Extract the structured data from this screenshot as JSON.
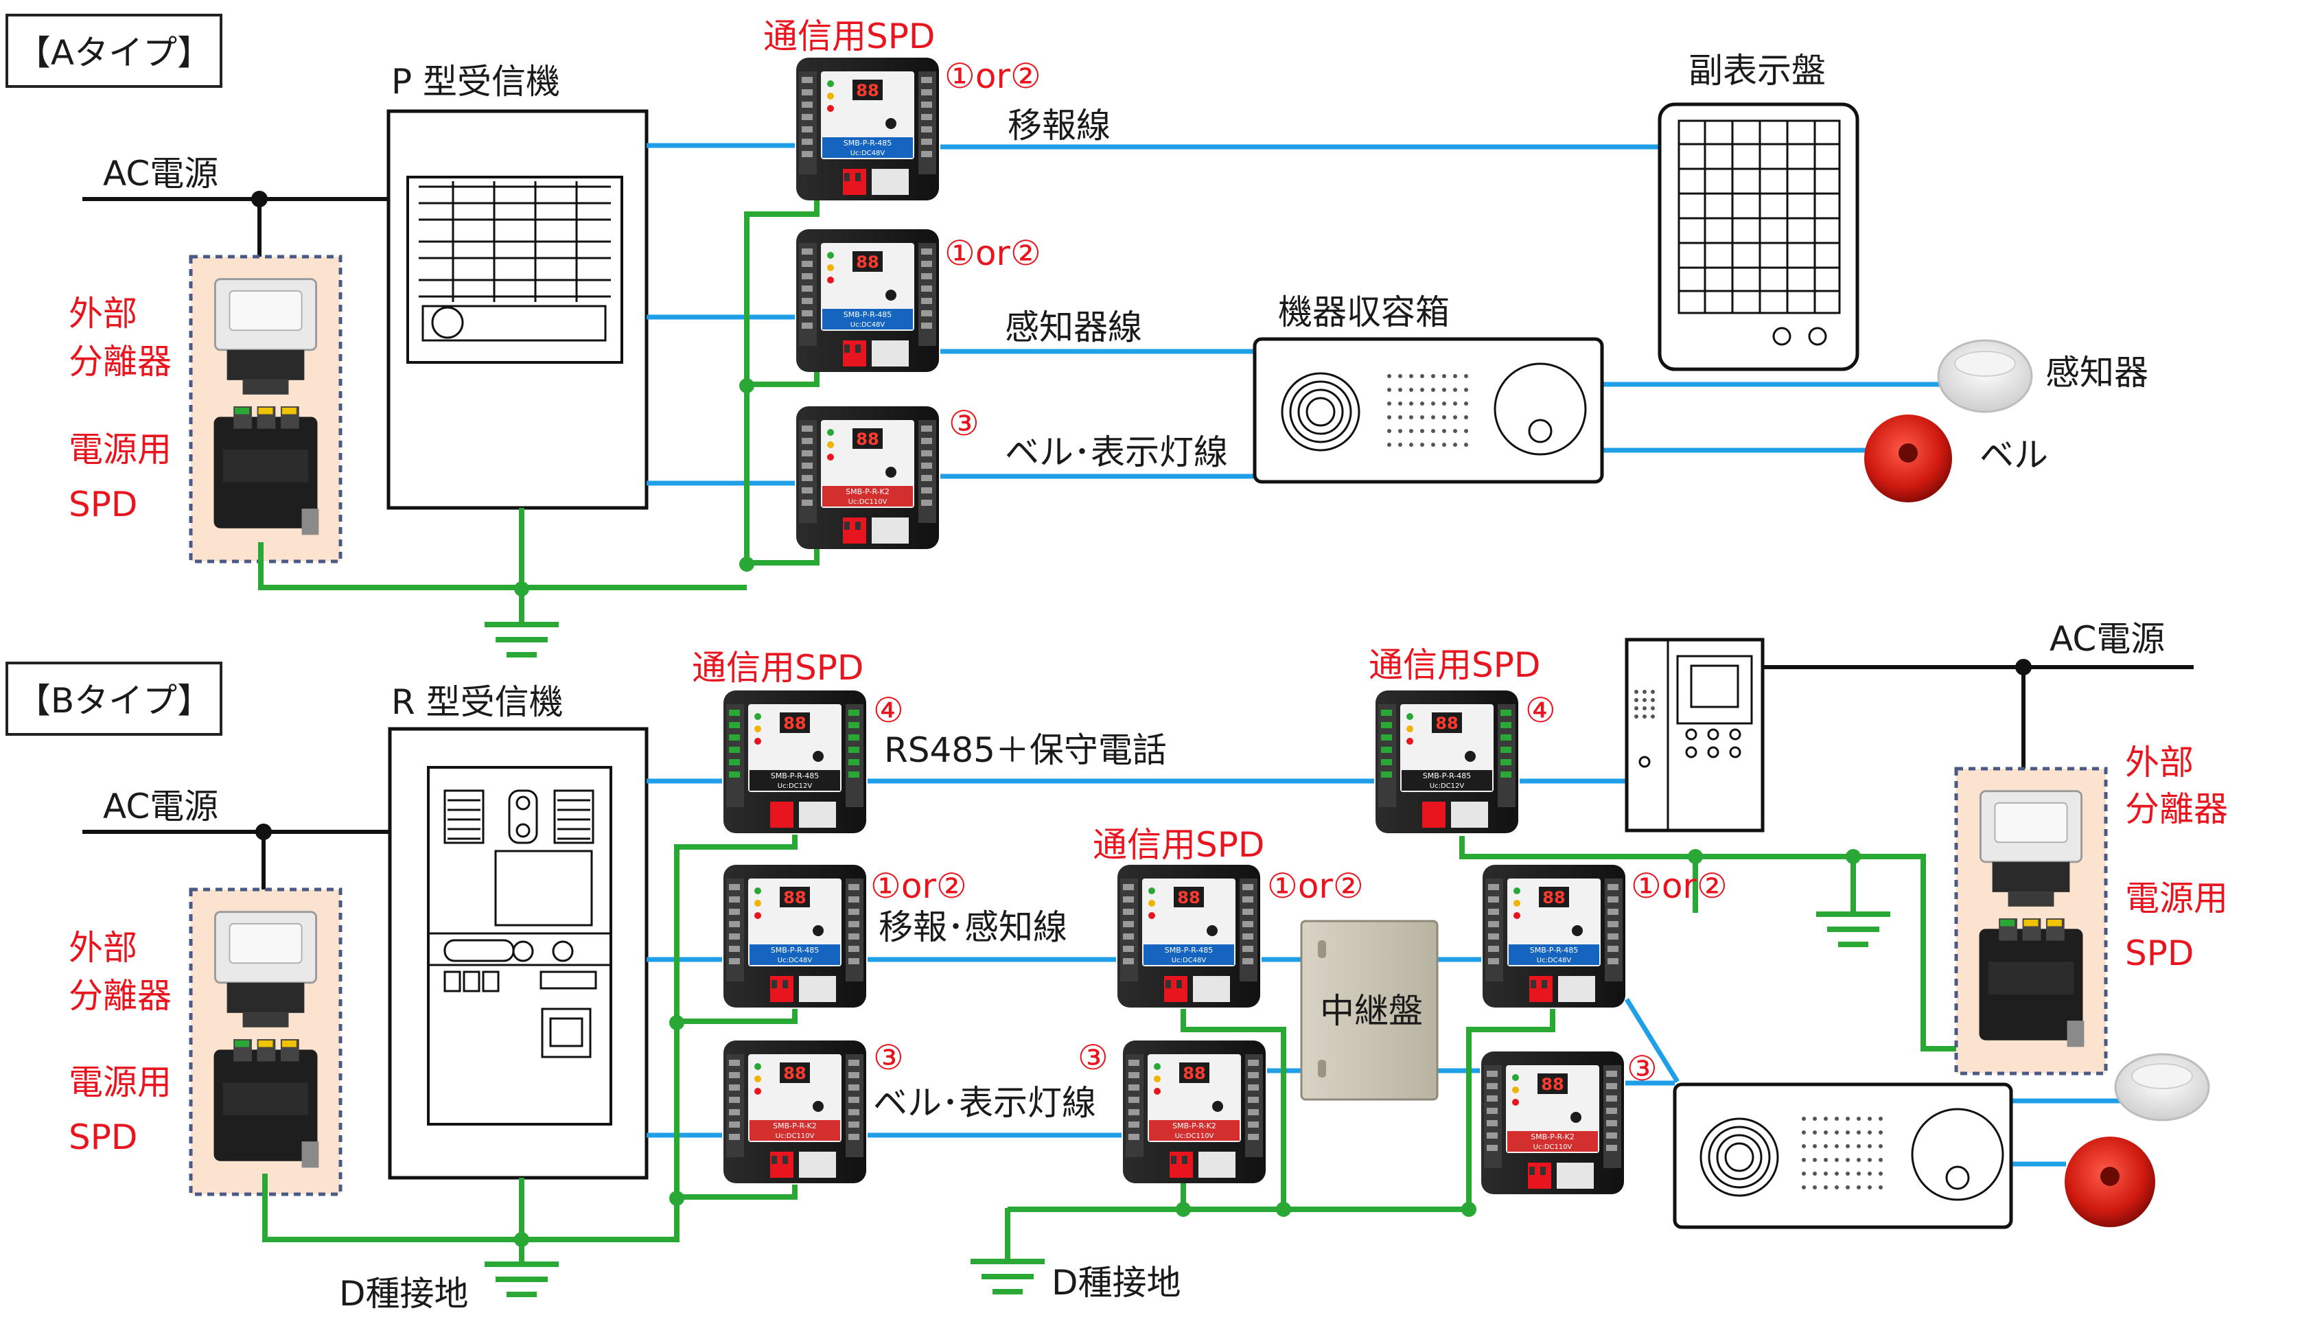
{
  "typeA": {
    "title": "【Aタイプ】",
    "receiver": "P 型受信機",
    "ac_power": "AC電源",
    "ext_sep_1": "外部",
    "ext_sep_2": "分離器",
    "power_spd_1": "電源用",
    "power_spd_2": "SPD",
    "comm_spd": "通信用SPD",
    "spd1_tag": "①or②",
    "spd2_tag": "①or②",
    "spd3_tag": "③",
    "line_transfer": "移報線",
    "line_sensor": "感知器線",
    "line_bell": "ベル･表示灯線",
    "sub_panel": "副表示盤",
    "equip_box": "機器収容箱",
    "detector": "感知器",
    "bell": "ベル"
  },
  "typeB": {
    "title": "【Bタイプ】",
    "receiver": "R 型受信機",
    "ac_power_left": "AC電源",
    "ac_power_right": "AC電源",
    "ext_sep_1": "外部",
    "ext_sep_2": "分離器",
    "power_spd_1": "電源用",
    "power_spd_2": "SPD",
    "ext_sep_r1": "外部",
    "ext_sep_r2": "分離器",
    "power_spd_r1": "電源用",
    "power_spd_r2": "SPD",
    "comm_spd_1": "通信用SPD",
    "comm_spd_2": "通信用SPD",
    "comm_spd_3": "通信用SPD",
    "tag_rs_left": "④",
    "tag_rs_right": "④",
    "tag_m1": "①or②",
    "tag_m2": "①or②",
    "tag_m3": "①or②",
    "tag_b1": "③",
    "tag_b2": "③",
    "tag_b3": "③",
    "line_rs485": "RS485＋保守電話",
    "line_transfer_sensor": "移報･感知線",
    "line_bell": "ベル･表示灯線",
    "relay_panel": "中継盤",
    "ground_left": "D種接地",
    "ground_right": "D種接地"
  },
  "spd_faces": {
    "display": "88",
    "comm_model": "SMB-P-R-485",
    "comm_volt": "Uc:DC48V",
    "bell_model": "SMB-P-R-K2",
    "bell_volt": "Uc:DC110V",
    "rs_model": "SMB-P-R-485",
    "rs_volt": "Uc:DC12V"
  },
  "colors": {
    "signal_line": "#1f9fe8",
    "ground_line": "#2aa836",
    "red_label": "#e8141e",
    "comm_band": "#1565c0",
    "bell_band": "#d32f2f",
    "separator_bg": "#fbe3d0"
  }
}
